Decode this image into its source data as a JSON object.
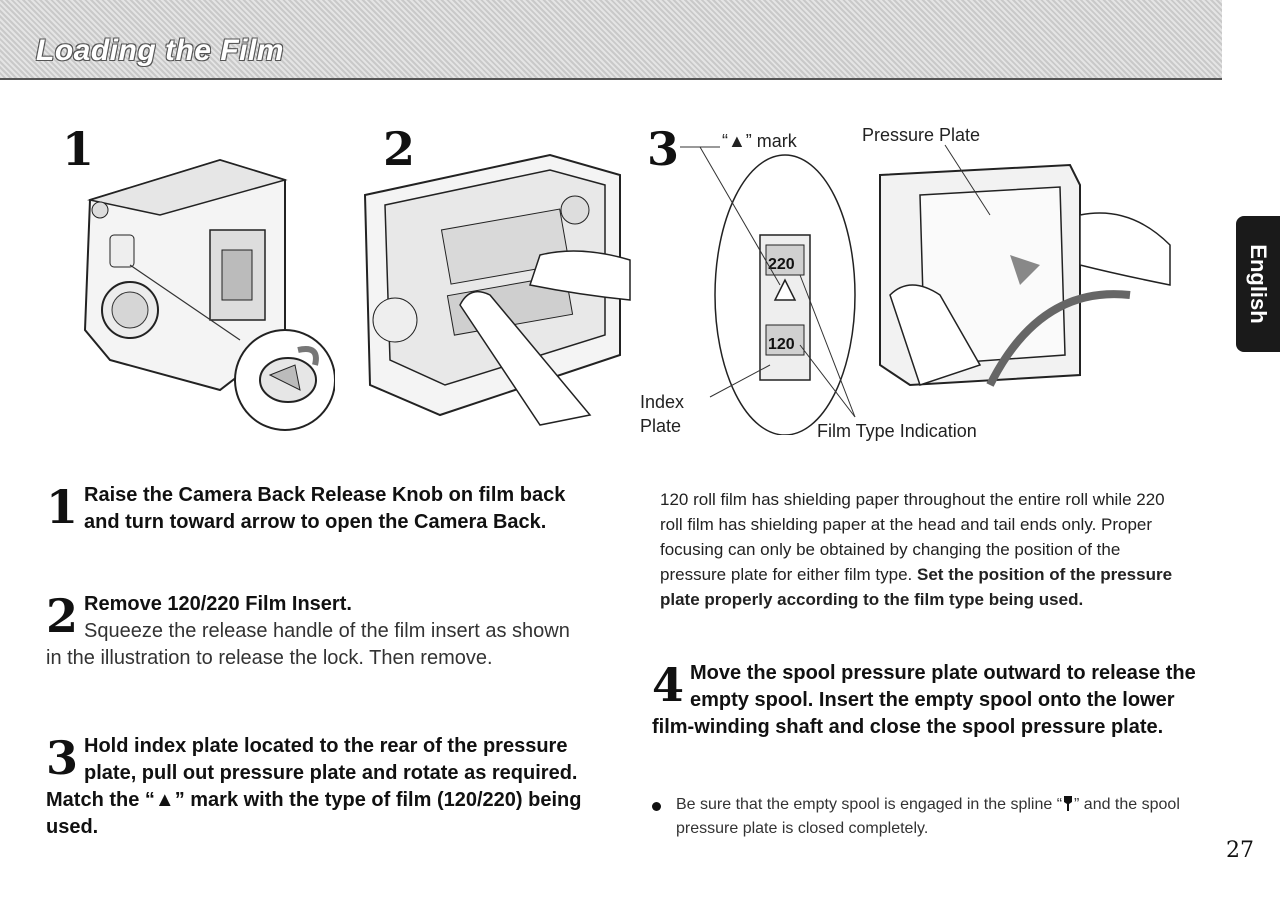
{
  "header": {
    "title": "Loading the Film"
  },
  "side_tab": {
    "label": "English"
  },
  "figures": {
    "fig1_number": "1",
    "fig2_number": "2",
    "fig3_number": "3",
    "fig3_callouts": {
      "mark": "“▲” mark",
      "pressure_plate": "Pressure Plate",
      "index_plate_line1": "Index",
      "index_plate_line2": "Plate",
      "film_type_indication": "Film Type Indication",
      "label_220": "220",
      "label_120": "120"
    }
  },
  "steps": {
    "s1": {
      "num": "1",
      "heading": "Raise the Camera Back Release Knob on film back and turn toward arrow to open the Camera Back."
    },
    "s2": {
      "num": "2",
      "heading": "Remove 120/220 Film Insert.",
      "body": "Squeeze the release handle of the film insert as shown in the illustration to release the lock. Then remove."
    },
    "s3": {
      "num": "3",
      "heading": "Hold index plate located to the rear of the pressure plate, pull out pressure plate and rotate as required. Match the “▲” mark with the type of film (120/220) being used."
    },
    "note": {
      "text": "120 roll film has shielding paper throughout the entire roll while 220 roll film has shielding paper at the head and tail ends only. Proper focusing can only be obtained by changing the position of the pressure plate for either film type.",
      "bold": "Set the position of the pressure plate properly according to the film type being used."
    },
    "s4": {
      "num": "4",
      "heading": "Move the spool pressure plate outward to release the empty spool. Insert the empty spool onto the lower film-winding shaft and close the spool pressure plate."
    },
    "bullet": {
      "text": "Be sure that the empty spool is engaged in the spline “",
      "text_end": "” and the spool pressure plate is closed completely."
    }
  },
  "page_number": "27"
}
